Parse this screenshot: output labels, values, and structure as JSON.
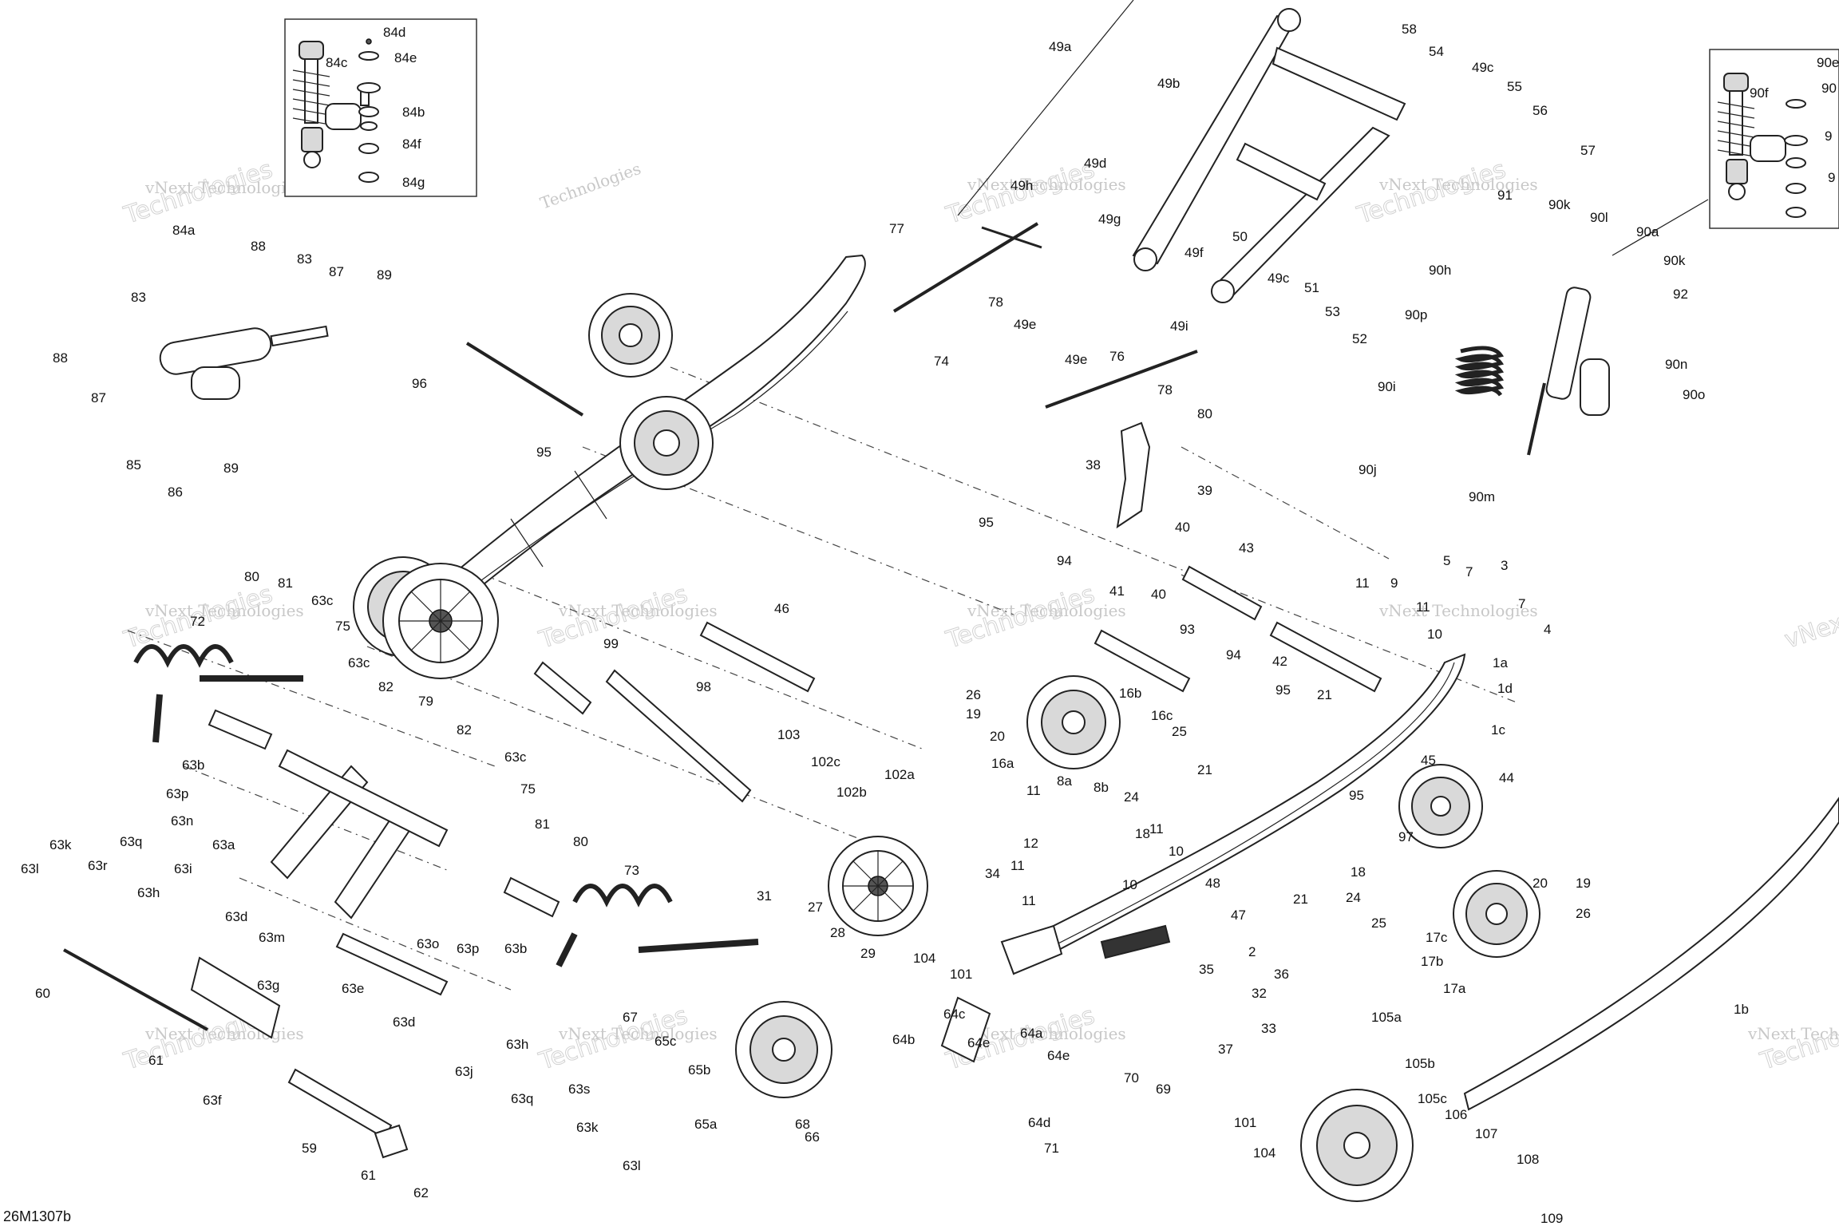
{
  "drawing_code": "26M1307b",
  "watermark": {
    "line1": "vNext Technologies",
    "line2": "Technologies",
    "line3": "vNext"
  },
  "callouts": [
    {
      "id": "84d",
      "t": "84d"
    },
    {
      "id": "84c",
      "t": "84c"
    },
    {
      "id": "84e",
      "t": "84e"
    },
    {
      "id": "84b",
      "t": "84b"
    },
    {
      "id": "84f",
      "t": "84f"
    },
    {
      "id": "84g",
      "t": "84g"
    },
    {
      "id": "84a",
      "t": "84a"
    },
    {
      "id": "88a",
      "t": "88"
    },
    {
      "id": "83a",
      "t": "83"
    },
    {
      "id": "87a",
      "t": "87"
    },
    {
      "id": "83b",
      "t": "83"
    },
    {
      "id": "89a",
      "t": "89"
    },
    {
      "id": "88b",
      "t": "88"
    },
    {
      "id": "87b",
      "t": "87"
    },
    {
      "id": "85",
      "t": "85"
    },
    {
      "id": "86",
      "t": "86"
    },
    {
      "id": "89b",
      "t": "89"
    },
    {
      "id": "96",
      "t": "96"
    },
    {
      "id": "95a",
      "t": "95"
    },
    {
      "id": "80a",
      "t": "80"
    },
    {
      "id": "81a",
      "t": "81"
    },
    {
      "id": "63c1",
      "t": "63c"
    },
    {
      "id": "75a",
      "t": "75"
    },
    {
      "id": "72",
      "t": "72"
    },
    {
      "id": "63c2",
      "t": "63c"
    },
    {
      "id": "82a",
      "t": "82"
    },
    {
      "id": "79",
      "t": "79"
    },
    {
      "id": "82b",
      "t": "82"
    },
    {
      "id": "63c3",
      "t": "63c"
    },
    {
      "id": "63b1",
      "t": "63b"
    },
    {
      "id": "63p1",
      "t": "63p"
    },
    {
      "id": "63n",
      "t": "63n"
    },
    {
      "id": "75b",
      "t": "75"
    },
    {
      "id": "81b",
      "t": "81"
    },
    {
      "id": "80b",
      "t": "80"
    },
    {
      "id": "63a",
      "t": "63a"
    },
    {
      "id": "63k1",
      "t": "63k"
    },
    {
      "id": "63q1",
      "t": "63q"
    },
    {
      "id": "63l1",
      "t": "63l"
    },
    {
      "id": "63r",
      "t": "63r"
    },
    {
      "id": "63h1",
      "t": "63h"
    },
    {
      "id": "63i",
      "t": "63i"
    },
    {
      "id": "63d1",
      "t": "63d"
    },
    {
      "id": "63m",
      "t": "63m"
    },
    {
      "id": "63o",
      "t": "63o"
    },
    {
      "id": "63p2",
      "t": "63p"
    },
    {
      "id": "63b2",
      "t": "63b"
    },
    {
      "id": "63e",
      "t": "63e"
    },
    {
      "id": "63d2",
      "t": "63d"
    },
    {
      "id": "60",
      "t": "60"
    },
    {
      "id": "63g",
      "t": "63g"
    },
    {
      "id": "61a",
      "t": "61"
    },
    {
      "id": "63f",
      "t": "63f"
    },
    {
      "id": "59",
      "t": "59"
    },
    {
      "id": "61b",
      "t": "61"
    },
    {
      "id": "62",
      "t": "62"
    },
    {
      "id": "63h2",
      "t": "63h"
    },
    {
      "id": "63j",
      "t": "63j"
    },
    {
      "id": "63q2",
      "t": "63q"
    },
    {
      "id": "63s",
      "t": "63s"
    },
    {
      "id": "63k2",
      "t": "63k"
    },
    {
      "id": "63l2",
      "t": "63l"
    },
    {
      "id": "99",
      "t": "99"
    },
    {
      "id": "98",
      "t": "98"
    },
    {
      "id": "46",
      "t": "46"
    },
    {
      "id": "73",
      "t": "73"
    },
    {
      "id": "31",
      "t": "31"
    },
    {
      "id": "27",
      "t": "27"
    },
    {
      "id": "28",
      "t": "28"
    },
    {
      "id": "29",
      "t": "29"
    },
    {
      "id": "67",
      "t": "67"
    },
    {
      "id": "65c",
      "t": "65c"
    },
    {
      "id": "65b",
      "t": "65b"
    },
    {
      "id": "65a",
      "t": "65a"
    },
    {
      "id": "68",
      "t": "68"
    },
    {
      "id": "66",
      "t": "66"
    },
    {
      "id": "103",
      "t": "103"
    },
    {
      "id": "102c",
      "t": "102c"
    },
    {
      "id": "102b",
      "t": "102b"
    },
    {
      "id": "102a",
      "t": "102a"
    },
    {
      "id": "104a",
      "t": "104"
    },
    {
      "id": "101a",
      "t": "101"
    },
    {
      "id": "64b",
      "t": "64b"
    },
    {
      "id": "64c",
      "t": "64c"
    },
    {
      "id": "64e1",
      "t": "64e"
    },
    {
      "id": "64a",
      "t": "64a"
    },
    {
      "id": "64e2",
      "t": "64e"
    },
    {
      "id": "70",
      "t": "70"
    },
    {
      "id": "69",
      "t": "69"
    },
    {
      "id": "64d",
      "t": "64d"
    },
    {
      "id": "71",
      "t": "71"
    },
    {
      "id": "49a",
      "t": "49a"
    },
    {
      "id": "49b",
      "t": "49b"
    },
    {
      "id": "58",
      "t": "58"
    },
    {
      "id": "54",
      "t": "54"
    },
    {
      "id": "49c1",
      "t": "49c"
    },
    {
      "id": "55",
      "t": "55"
    },
    {
      "id": "56",
      "t": "56"
    },
    {
      "id": "57",
      "t": "57"
    },
    {
      "id": "49h",
      "t": "49h"
    },
    {
      "id": "49d",
      "t": "49d"
    },
    {
      "id": "77",
      "t": "77"
    },
    {
      "id": "49g",
      "t": "49g"
    },
    {
      "id": "49f",
      "t": "49f"
    },
    {
      "id": "50",
      "t": "50"
    },
    {
      "id": "78a",
      "t": "78"
    },
    {
      "id": "49e1",
      "t": "49e"
    },
    {
      "id": "49i",
      "t": "49i"
    },
    {
      "id": "49c2",
      "t": "49c"
    },
    {
      "id": "51",
      "t": "51"
    },
    {
      "id": "53",
      "t": "53"
    },
    {
      "id": "52",
      "t": "52"
    },
    {
      "id": "74",
      "t": "74"
    },
    {
      "id": "49e2",
      "t": "49e"
    },
    {
      "id": "76",
      "t": "76"
    },
    {
      "id": "78b",
      "t": "78"
    },
    {
      "id": "80c",
      "t": "80"
    },
    {
      "id": "38",
      "t": "38"
    },
    {
      "id": "39",
      "t": "39"
    },
    {
      "id": "40a",
      "t": "40"
    },
    {
      "id": "95b",
      "t": "95"
    },
    {
      "id": "94a",
      "t": "94"
    },
    {
      "id": "41",
      "t": "41"
    },
    {
      "id": "40b",
      "t": "40"
    },
    {
      "id": "43",
      "t": "43"
    },
    {
      "id": "93",
      "t": "93"
    },
    {
      "id": "42",
      "t": "42"
    },
    {
      "id": "94b",
      "t": "94"
    },
    {
      "id": "26a",
      "t": "26"
    },
    {
      "id": "19a",
      "t": "19"
    },
    {
      "id": "20a",
      "t": "20"
    },
    {
      "id": "16a",
      "t": "16a"
    },
    {
      "id": "16b",
      "t": "16b"
    },
    {
      "id": "16c",
      "t": "16c"
    },
    {
      "id": "25a",
      "t": "25"
    },
    {
      "id": "95c",
      "t": "95"
    },
    {
      "id": "21a",
      "t": "21"
    },
    {
      "id": "21b",
      "t": "21"
    },
    {
      "id": "11a",
      "t": "11"
    },
    {
      "id": "8a",
      "t": "8a"
    },
    {
      "id": "8b",
      "t": "8b"
    },
    {
      "id": "24a",
      "t": "24"
    },
    {
      "id": "18a",
      "t": "18"
    },
    {
      "id": "11b",
      "t": "11"
    },
    {
      "id": "10a",
      "t": "10"
    },
    {
      "id": "12",
      "t": "12"
    },
    {
      "id": "11c",
      "t": "11"
    },
    {
      "id": "34",
      "t": "34"
    },
    {
      "id": "11d",
      "t": "11"
    },
    {
      "id": "10b",
      "t": "10"
    },
    {
      "id": "48",
      "t": "48"
    },
    {
      "id": "47",
      "t": "47"
    },
    {
      "id": "2",
      "t": "2"
    },
    {
      "id": "35",
      "t": "35"
    },
    {
      "id": "36",
      "t": "36"
    },
    {
      "id": "32",
      "t": "32"
    },
    {
      "id": "33",
      "t": "33"
    },
    {
      "id": "37",
      "t": "37"
    },
    {
      "id": "18b",
      "t": "18"
    },
    {
      "id": "24b",
      "t": "24"
    },
    {
      "id": "21c",
      "t": "21"
    },
    {
      "id": "95d",
      "t": "95"
    },
    {
      "id": "97",
      "t": "97"
    },
    {
      "id": "11e",
      "t": "11"
    },
    {
      "id": "9",
      "t": "9"
    },
    {
      "id": "11f",
      "t": "11"
    },
    {
      "id": "10c",
      "t": "10"
    },
    {
      "id": "5",
      "t": "5"
    },
    {
      "id": "7a",
      "t": "7"
    },
    {
      "id": "3",
      "t": "3"
    },
    {
      "id": "7b",
      "t": "7"
    },
    {
      "id": "4",
      "t": "4"
    },
    {
      "id": "1a",
      "t": "1a"
    },
    {
      "id": "1d",
      "t": "1d"
    },
    {
      "id": "1c",
      "t": "1c"
    },
    {
      "id": "45",
      "t": "45"
    },
    {
      "id": "44",
      "t": "44"
    },
    {
      "id": "25b",
      "t": "25"
    },
    {
      "id": "17c",
      "t": "17c"
    },
    {
      "id": "17b",
      "t": "17b"
    },
    {
      "id": "17a",
      "t": "17a"
    },
    {
      "id": "20b",
      "t": "20"
    },
    {
      "id": "19b",
      "t": "19"
    },
    {
      "id": "26b",
      "t": "26"
    },
    {
      "id": "1b",
      "t": "1b"
    },
    {
      "id": "101b",
      "t": "101"
    },
    {
      "id": "104b",
      "t": "104"
    },
    {
      "id": "105a",
      "t": "105a"
    },
    {
      "id": "105b",
      "t": "105b"
    },
    {
      "id": "105c",
      "t": "105c"
    },
    {
      "id": "106",
      "t": "106"
    },
    {
      "id": "107",
      "t": "107"
    },
    {
      "id": "108",
      "t": "108"
    },
    {
      "id": "109",
      "t": "109"
    },
    {
      "id": "91",
      "t": "91"
    },
    {
      "id": "90k1",
      "t": "90k"
    },
    {
      "id": "90l",
      "t": "90l"
    },
    {
      "id": "90a",
      "t": "90a"
    },
    {
      "id": "90k2",
      "t": "90k"
    },
    {
      "id": "92",
      "t": "92"
    },
    {
      "id": "90h",
      "t": "90h"
    },
    {
      "id": "90p",
      "t": "90p"
    },
    {
      "id": "90i",
      "t": "90i"
    },
    {
      "id": "90n",
      "t": "90n"
    },
    {
      "id": "90o",
      "t": "90o"
    },
    {
      "id": "90j",
      "t": "90j"
    },
    {
      "id": "90m",
      "t": "90m"
    },
    {
      "id": "90e",
      "t": "90e"
    },
    {
      "id": "90f",
      "t": "90f"
    },
    {
      "id": "90c",
      "t": "90"
    },
    {
      "id": "90x1",
      "t": "9"
    },
    {
      "id": "90x2",
      "t": "9"
    }
  ]
}
